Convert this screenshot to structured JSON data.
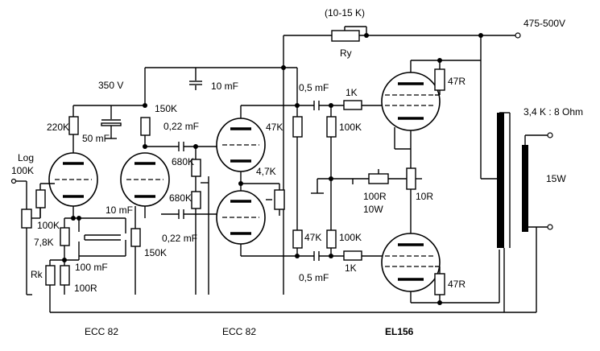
{
  "labels": {
    "ry_range": "(10-15 K)",
    "ry": "Ry",
    "hv": "475-500V",
    "v350": "350 V",
    "c10mf_top": "10 mF",
    "c05_top": "0,5 mF",
    "r1k_top": "1K",
    "r47r_top": "47R",
    "r150k_top": "150K",
    "r220k": "220K",
    "c022_top": "0,22 mF",
    "r47k_top": "47K",
    "r100k_top": "100K",
    "transformer": "3,4 K : 8 Ohm",
    "c50mf": "50 mF",
    "log": "Log",
    "pot100k": "100K",
    "r680k_top": "680K",
    "r47k_mid": "4,7K",
    "power": "15W",
    "r680k_bot": "680K",
    "r100r_pot": "100R",
    "r10w": "10W",
    "r10r": "10R",
    "c10mf_mid": "10 mF",
    "r100k_left": "100K",
    "r78k": "7,8K",
    "c022_bot": "0,22 mF",
    "r47k_bot": "47K",
    "r100k_bot": "100K",
    "r150k_bot": "150K",
    "c100mf": "100 mF",
    "rk": "Rk",
    "r100r": "100R",
    "c05_bot": "0,5 mF",
    "r1k_bot": "1K",
    "r47r_bot": "47R",
    "tube1": "ECC 82",
    "tube2": "ECC 82",
    "tube3": "EL156"
  }
}
